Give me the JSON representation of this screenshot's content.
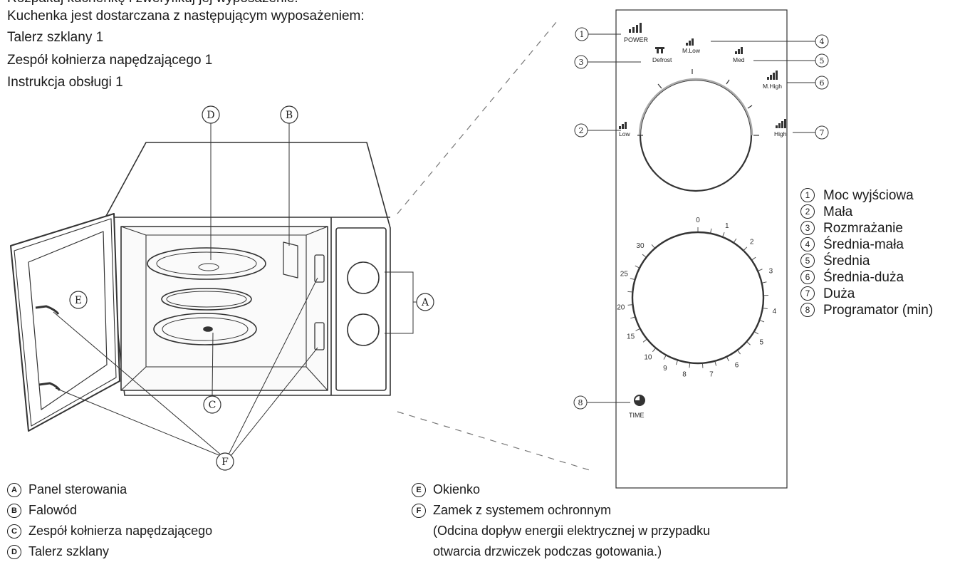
{
  "intro": {
    "line0": "Rozpakuj kuchenkę i zweryfikuj jej wyposażenie.",
    "line1": "Kuchenka jest dostarczana z następującym wyposażeniem:",
    "line2": "Talerz szklany  1",
    "line3": "Zespół kołnierza napędzającego  1",
    "line4": "Instrukcja obsługi  1"
  },
  "microwave": {
    "callouts": [
      "D",
      "B",
      "A",
      "E",
      "C",
      "F"
    ]
  },
  "panel": {
    "power_label": "POWER",
    "time_label": "TIME",
    "power_levels": [
      "Low",
      "Defrost",
      "M.Low",
      "Med",
      "M.High",
      "High"
    ],
    "callout_numbers": [
      "1",
      "2",
      "3",
      "4",
      "5",
      "6",
      "7",
      "8"
    ],
    "timer_ticks": [
      "0",
      "1",
      "2",
      "3",
      "4",
      "5",
      "6",
      "7",
      "8",
      "9",
      "10",
      "15",
      "20",
      "25",
      "30"
    ]
  },
  "panel_legend": [
    {
      "num": "1",
      "text": "Moc wyjściowa"
    },
    {
      "num": "2",
      "text": "Mała"
    },
    {
      "num": "3",
      "text": "Rozmrażanie"
    },
    {
      "num": "4",
      "text": "Średnia-mała"
    },
    {
      "num": "5",
      "text": "Średnia"
    },
    {
      "num": "6",
      "text": "Średnia-duża"
    },
    {
      "num": "7",
      "text": "Duża"
    },
    {
      "num": "8",
      "text": "Programator (min)"
    }
  ],
  "parts_legend": {
    "A": {
      "letter": "A",
      "text": "Panel sterowania"
    },
    "B": {
      "letter": "B",
      "text": "Falowód"
    },
    "C": {
      "letter": "C",
      "text": "Zespół kołnierza napędzającego"
    },
    "D": {
      "letter": "D",
      "text": "Talerz szklany"
    },
    "E": {
      "letter": "E",
      "text": "Okienko"
    },
    "F": {
      "letter": "F",
      "text": "Zamek z systemem ochronnym"
    },
    "F_note1": "(Odcina dopływ energii elektrycznej w przypadku",
    "F_note2": "otwarcia drzwiczek podczas gotowania.)"
  }
}
